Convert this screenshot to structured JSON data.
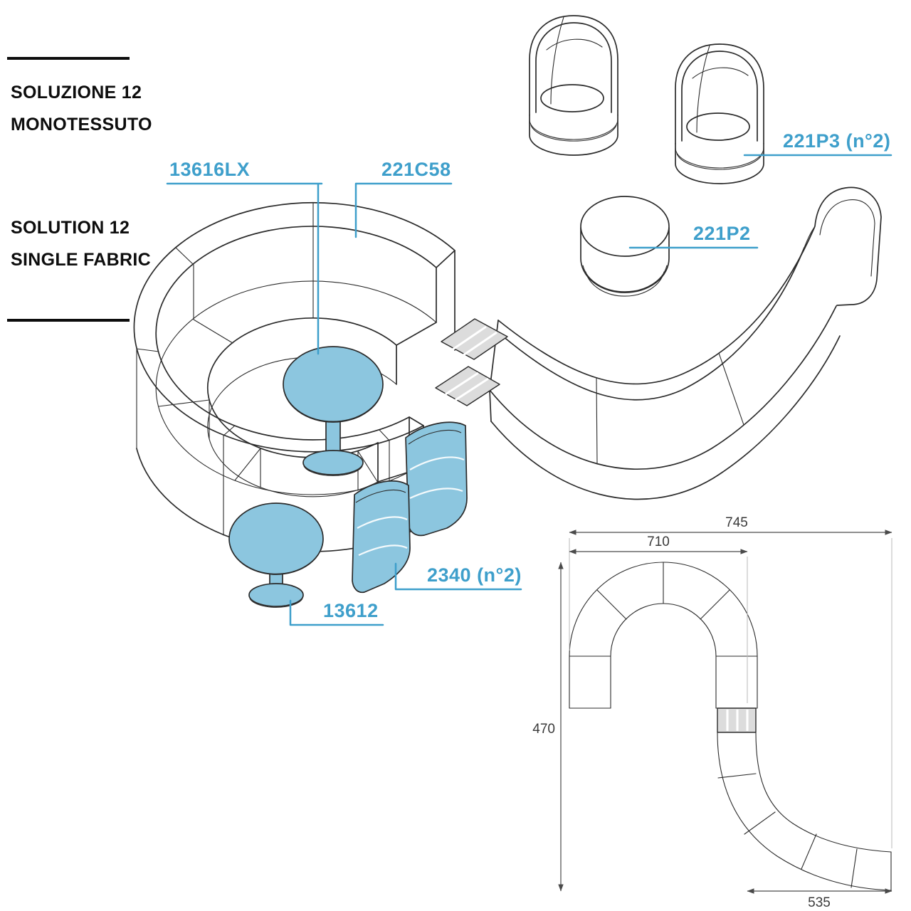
{
  "header": {
    "title_line1": "SOLUZIONE 12",
    "title_line2": "MONOTESSUTO",
    "subtitle_line1": "SOLUTION 12",
    "subtitle_line2": "SINGLE FABRIC"
  },
  "product_labels": {
    "large_table": "13616LX",
    "curved_sofa_module": "221C58",
    "armchairs": "221P3 (n°2)",
    "pouf": "221P2",
    "curved_seats": "2340 (n°2)",
    "small_table": "13612"
  },
  "plan_dimensions": {
    "total_width": "745",
    "ring_width": "710",
    "depth": "470",
    "tail_width": "535"
  },
  "colors": {
    "label_blue": "#3E9FCB",
    "highlight_blue": "#8CC6DF",
    "line": "#2B2B2B",
    "connector_gray": "#DCDCDC"
  }
}
